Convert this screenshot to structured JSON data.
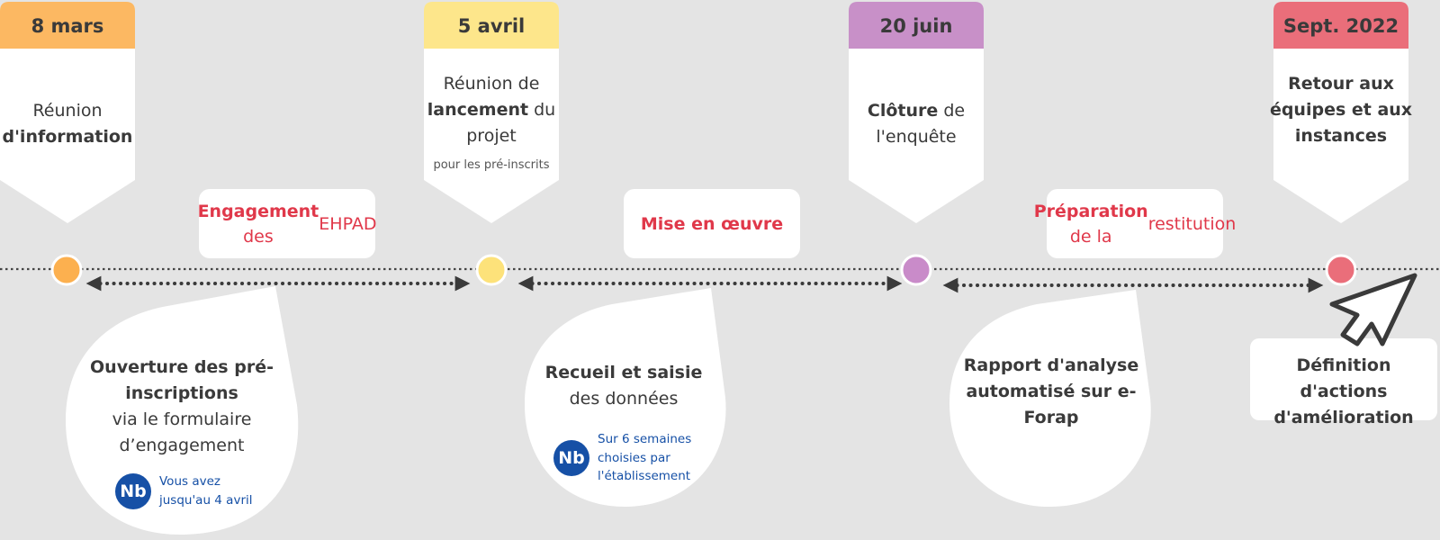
{
  "milestones": [
    {
      "date": "8 mars",
      "color": "#fcb862",
      "dot": "#fcb04f",
      "lines": [
        [
          {
            "t": "Réunion",
            "b": false
          }
        ],
        [
          {
            "t": "d'information",
            "b": true
          }
        ]
      ],
      "note": ""
    },
    {
      "date": "5 avril",
      "color": "#fde68b",
      "dot": "#fde27a",
      "lines": [
        [
          {
            "t": "Réunion de",
            "b": false
          }
        ],
        [
          {
            "t": "lancement",
            "b": true
          },
          {
            "t": " du",
            "b": false
          }
        ],
        [
          {
            "t": "projet",
            "b": false
          }
        ]
      ],
      "note": "pour les pré-inscrits"
    },
    {
      "date": "20 juin",
      "color": "#c890c8",
      "dot": "#c98bc9",
      "lines": [
        [
          {
            "t": "Clôture",
            "b": true
          },
          {
            "t": " de",
            "b": false
          }
        ],
        [
          {
            "t": "l'enquête",
            "b": false
          }
        ]
      ],
      "note": ""
    },
    {
      "date": "Sept. 2022",
      "color": "#ea6e7a",
      "dot": "#ea6e7a",
      "lines": [
        [
          {
            "t": "Retour aux",
            "b": true
          }
        ],
        [
          {
            "t": "équipes et aux",
            "b": true
          }
        ],
        [
          {
            "t": "instances",
            "b": true
          }
        ]
      ],
      "note": ""
    }
  ],
  "phases": [
    {
      "lines": [
        [
          {
            "t": "Engagement",
            "b": true
          },
          {
            "t": " des",
            "b": false
          }
        ],
        [
          {
            "t": "EHPAD",
            "b": false
          }
        ]
      ]
    },
    {
      "lines": [
        [
          {
            "t": "Mise en œuvre",
            "b": true
          }
        ]
      ]
    },
    {
      "lines": [
        [
          {
            "t": "Préparation",
            "b": true
          },
          {
            "t": " de la",
            "b": false
          }
        ],
        [
          {
            "t": "restitution",
            "b": false
          }
        ]
      ]
    }
  ],
  "bubbles": [
    {
      "lines": [
        [
          {
            "t": "Ouverture des pré-",
            "b": true
          }
        ],
        [
          {
            "t": "inscriptions",
            "b": true
          }
        ],
        [
          {
            "t": "via le formulaire",
            "b": false
          }
        ],
        [
          {
            "t": "d’engagement",
            "b": false
          }
        ]
      ],
      "badge": "Nb",
      "badge_lines": [
        "Vous avez",
        "jusqu'au 4 avril"
      ]
    },
    {
      "lines": [
        [
          {
            "t": "Recueil et saisie",
            "b": true
          }
        ],
        [
          {
            "t": "des données",
            "b": false
          }
        ]
      ],
      "badge": "Nb",
      "badge_lines": [
        "Sur 6 semaines",
        "choisies par",
        "l'établissement"
      ]
    },
    {
      "lines": [
        [
          {
            "t": "Rapport d'analyse",
            "b": true
          }
        ],
        [
          {
            "t": "automatisé sur e-",
            "b": true
          }
        ],
        [
          {
            "t": "Forap",
            "b": true
          }
        ]
      ],
      "badge": "",
      "badge_lines": []
    }
  ],
  "final_box": {
    "lines": [
      [
        {
          "t": "Définition d'actions",
          "b": true
        }
      ],
      [
        {
          "t": "d'amélioration",
          "b": true
        }
      ]
    ]
  },
  "colors": {
    "background": "#e4e4e4",
    "panel": "#ffffff",
    "text": "#3a3a3a",
    "accent_red": "#e0384a",
    "badge_blue": "#1650a6",
    "arrow": "#3a3a3a"
  },
  "icons": [
    "cursor-arrow-icon"
  ]
}
